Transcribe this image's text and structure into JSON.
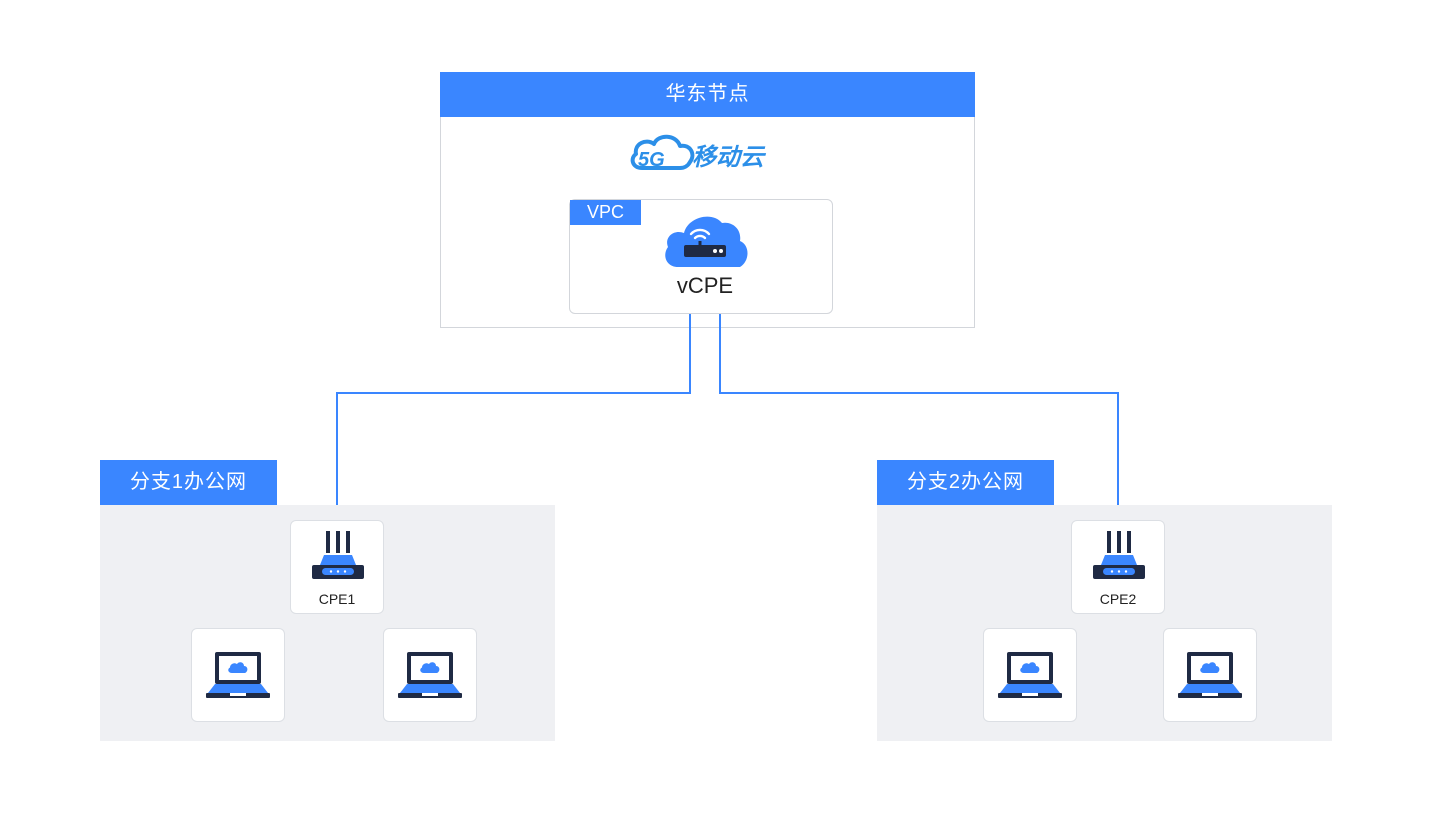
{
  "region": {
    "title": "华东节点",
    "brand_text": "移动云",
    "brand_badge": "5G"
  },
  "vpc": {
    "label": "VPC",
    "node": {
      "label": "vCPE",
      "icon": "cloud-router-icon"
    }
  },
  "branches": [
    {
      "label": "分支1办公网",
      "cpe_label": "CPE1",
      "cpe_icon": "router-icon",
      "laptop_icon": "laptop-cloud-icon"
    },
    {
      "label": "分支2办公网",
      "cpe_label": "CPE2",
      "cpe_icon": "router-icon",
      "laptop_icon": "laptop-cloud-icon"
    }
  ],
  "colors": {
    "accent": "#3a86ff",
    "icon_dark": "#1f2a44",
    "area_bg": "#eff0f3",
    "line": "#3a86ff"
  }
}
